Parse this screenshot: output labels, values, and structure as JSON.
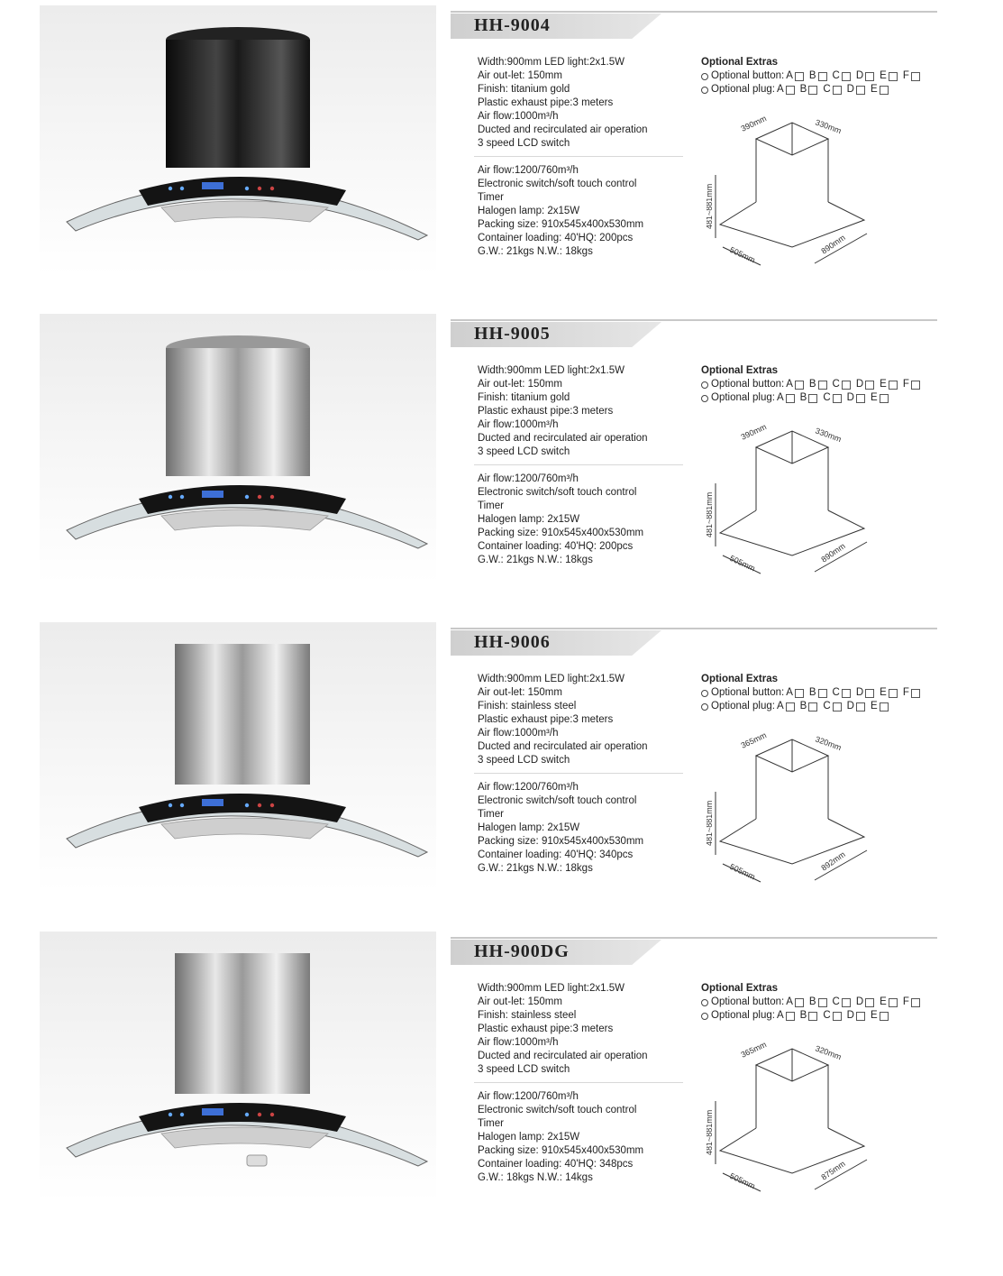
{
  "products": [
    {
      "model": "HH-9004",
      "finish_color": "#1c1c1c",
      "specs_a": [
        "Width:900mm    LED light:2x1.5W",
        "Air out-let: 150mm",
        "Finish: titanium gold",
        "Plastic exhaust pipe:3 meters",
        "Air flow:1000m³/h",
        "Ducted and recirculated air operation",
        "3 speed LCD switch"
      ],
      "specs_b": [
        "Air flow:1200/760m³/h",
        "Electronic switch/soft touch control",
        "Timer",
        "Halogen lamp: 2x15W",
        "Packing size: 910x545x400x530mm",
        "Container loading: 40'HQ: 200pcs",
        "G.W.: 21kgs   N.W.: 18kgs"
      ],
      "extras": {
        "title": "Optional Extras",
        "button_label": "Optional button:",
        "button_opts": [
          "A",
          "B",
          "C",
          "D",
          "E",
          "F"
        ],
        "plug_label": "Optional plug:",
        "plug_opts": [
          "A",
          "B",
          "C",
          "D",
          "E"
        ]
      },
      "dims": {
        "top_left": "390mm",
        "top_right": "330mm",
        "height": "481~881mm",
        "bottom_left": "505mm",
        "bottom_right": "890mm"
      }
    },
    {
      "model": "HH-9005",
      "finish_color": "#8a8a8a",
      "specs_a": [
        "Width:900mm    LED light:2x1.5W",
        "Air out-let: 150mm",
        "Finish: titanium gold",
        "Plastic exhaust pipe:3 meters",
        "Air flow:1000m³/h",
        "Ducted and recirculated air operation",
        "3 speed LCD switch"
      ],
      "specs_b": [
        "Air flow:1200/760m³/h",
        "Electronic switch/soft touch control",
        "Timer",
        "Halogen lamp: 2x15W",
        "Packing size: 910x545x400x530mm",
        "Container loading: 40'HQ: 200pcs",
        "G.W.: 21kgs   N.W.: 18kgs"
      ],
      "extras": {
        "title": "Optional Extras",
        "button_label": "Optional button:",
        "button_opts": [
          "A",
          "B",
          "C",
          "D",
          "E",
          "F"
        ],
        "plug_label": "Optional plug:",
        "plug_opts": [
          "A",
          "B",
          "C",
          "D",
          "E"
        ]
      },
      "dims": {
        "top_left": "390mm",
        "top_right": "330mm",
        "height": "481~881mm",
        "bottom_left": "505mm",
        "bottom_right": "890mm"
      }
    },
    {
      "model": "HH-9006",
      "finish_color": "#a5a5a5",
      "specs_a": [
        "Width:900mm    LED light:2x1.5W",
        "Air out-let: 150mm",
        "Finish: stainless steel",
        "Plastic exhaust pipe:3 meters",
        "Air flow:1000m³/h",
        "Ducted and recirculated air operation",
        "3 speed LCD switch"
      ],
      "specs_b": [
        "Air flow:1200/760m³/h",
        "Electronic switch/soft touch control",
        "Timer",
        "Halogen lamp: 2x15W",
        "Packing size: 910x545x400x530mm",
        "Container loading: 40'HQ: 340pcs",
        "G.W.: 21kgs   N.W.: 18kgs"
      ],
      "extras": {
        "title": "Optional Extras",
        "button_label": "Optional button:",
        "button_opts": [
          "A",
          "B",
          "C",
          "D",
          "E",
          "F"
        ],
        "plug_label": "Optional plug:",
        "plug_opts": [
          "A",
          "B",
          "C",
          "D",
          "E"
        ]
      },
      "dims": {
        "top_left": "365mm",
        "top_right": "320mm",
        "height": "481~881mm",
        "bottom_left": "505mm",
        "bottom_right": "892mm"
      }
    },
    {
      "model": "HH-900DG",
      "finish_color": "#a5a5a5",
      "specs_a": [
        "Width:900mm    LED light:2x1.5W",
        "Air out-let: 150mm",
        "Finish: stainless steel",
        "Plastic exhaust pipe:3 meters",
        "Air flow:1000m³/h",
        "Ducted and recirculated air operation",
        "3 speed LCD switch"
      ],
      "specs_b": [
        "Air flow:1200/760m³/h",
        "Electronic switch/soft touch control",
        "Timer",
        "Halogen lamp: 2x15W",
        "Packing size: 910x545x400x530mm",
        "Container loading: 40'HQ: 348pcs",
        "G.W.: 18kgs   N.W.: 14kgs"
      ],
      "extras": {
        "title": "Optional Extras",
        "button_label": "Optional button:",
        "button_opts": [
          "A",
          "B",
          "C",
          "D",
          "E",
          "F"
        ],
        "plug_label": "Optional plug:",
        "plug_opts": [
          "A",
          "B",
          "C",
          "D",
          "E"
        ]
      },
      "dims": {
        "top_left": "365mm",
        "top_right": "320mm",
        "height": "481~881mm",
        "bottom_left": "505mm",
        "bottom_right": "875mm"
      }
    }
  ]
}
